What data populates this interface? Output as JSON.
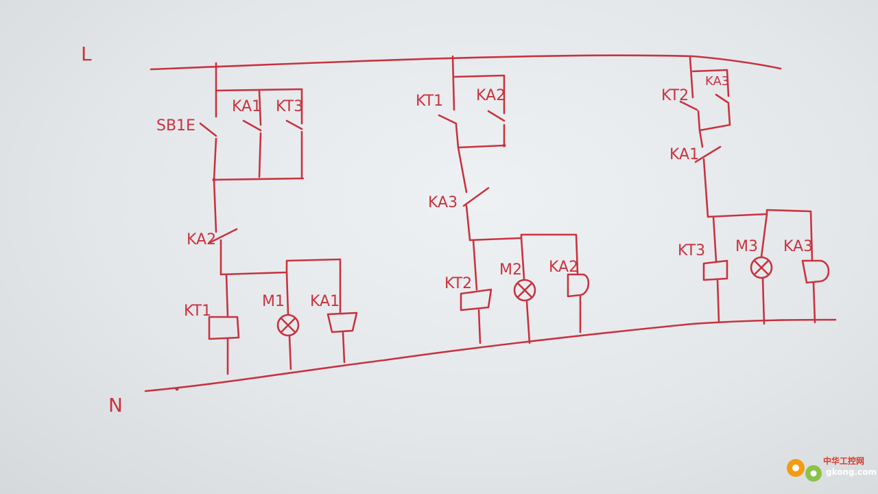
{
  "rails": {
    "line": "L",
    "neutral": "N"
  },
  "rung1": {
    "contact_start": "SB1E",
    "contact_hold_1": "KA1",
    "contact_hold_2": "KT3",
    "contact_interlock": "KA2",
    "coil_timer": "KT1",
    "lamp": "M1",
    "coil_relay": "KA1"
  },
  "rung2": {
    "contact_timer": "KT1",
    "contact_hold": "KA2",
    "contact_interlock": "KA3",
    "coil_timer": "KT2",
    "lamp": "M2",
    "coil_relay": "KA2"
  },
  "rung3": {
    "contact_timer": "KT2",
    "contact_hold": "KA3",
    "contact_interlock": "KA1",
    "coil_timer": "KT3",
    "lamp": "M3",
    "coil_relay": "KA3"
  },
  "watermark": {
    "cn": "中华工控网",
    "en": "gkong.com",
    "colors": [
      "#f39c12",
      "#8bc34a"
    ]
  }
}
